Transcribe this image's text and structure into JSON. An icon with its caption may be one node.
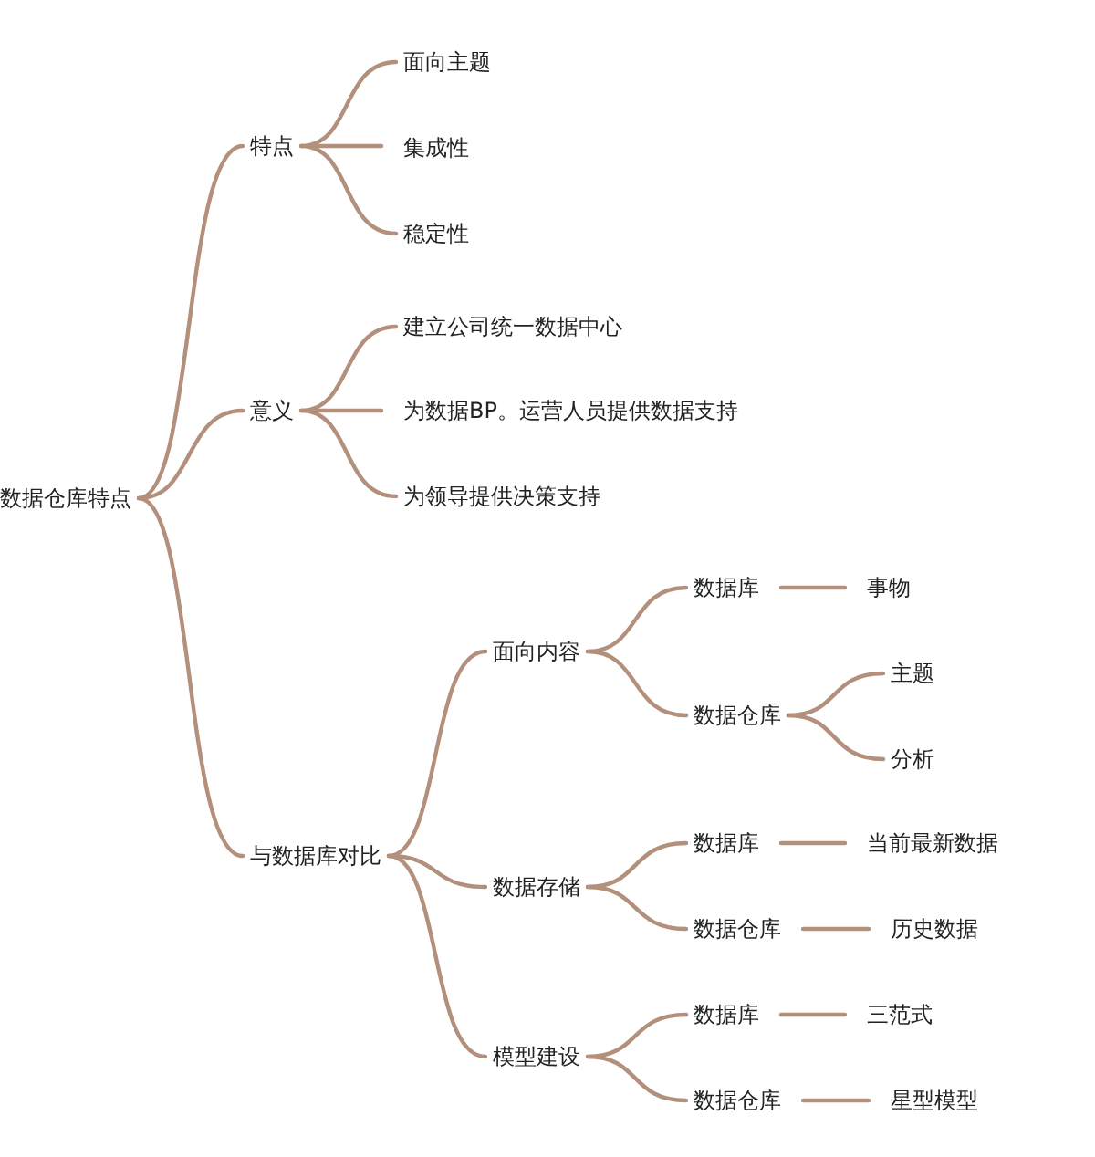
{
  "diagram": {
    "nodes": [
      {
        "text": [
          "数据仓库特点"
        ]
      },
      {
        "text": [
          "特点"
        ]
      },
      {
        "text": [
          "面向主题"
        ]
      },
      {
        "text": [
          "集成性"
        ]
      },
      {
        "text": [
          "稳定性"
        ]
      },
      {
        "text": [
          "意义"
        ]
      },
      {
        "text": [
          "建立公司统一数据中心"
        ]
      },
      {
        "text": [
          "为数据BP。运营人员提供数据支持"
        ]
      },
      {
        "text": [
          "为领导提供决策支持"
        ]
      },
      {
        "text": [
          "与数据库对比"
        ]
      },
      {
        "text": [
          "面向内容"
        ]
      },
      {
        "text": [
          "数据库"
        ]
      },
      {
        "text": [
          "事物"
        ]
      },
      {
        "text": [
          "数据仓库"
        ]
      },
      {
        "text": [
          "主题"
        ]
      },
      {
        "text": [
          "分析"
        ]
      },
      {
        "text": [
          "数据存储"
        ]
      },
      {
        "text": [
          "数据库"
        ]
      },
      {
        "text": [
          "当前最新数据"
        ]
      },
      {
        "text": [
          "数据仓库"
        ]
      },
      {
        "text": [
          "历史数据"
        ]
      },
      {
        "text": [
          "模型建设"
        ]
      },
      {
        "text": [
          "数据库"
        ]
      },
      {
        "text": [
          "三范式"
        ]
      },
      {
        "text": [
          "数据仓库"
        ]
      },
      {
        "text": [
          "星型模型"
        ]
      }
    ],
    "edges": [
      {
        "from": 0,
        "to": 1,
        "arrow": "none"
      },
      {
        "from": 1,
        "to": 2,
        "arrow": "none"
      },
      {
        "from": 1,
        "to": 3,
        "arrow": "none"
      },
      {
        "from": 1,
        "to": 4,
        "arrow": "none"
      },
      {
        "from": 0,
        "to": 5,
        "arrow": "none"
      },
      {
        "from": 5,
        "to": 6,
        "arrow": "none"
      },
      {
        "from": 5,
        "to": 7,
        "arrow": "none"
      },
      {
        "from": 5,
        "to": 8,
        "arrow": "none"
      },
      {
        "from": 0,
        "to": 9,
        "arrow": "none"
      },
      {
        "from": 9,
        "to": 10,
        "arrow": "none"
      },
      {
        "from": 10,
        "to": 11,
        "arrow": "none"
      },
      {
        "from": 11,
        "to": 12,
        "arrow": "none"
      },
      {
        "from": 10,
        "to": 13,
        "arrow": "none"
      },
      {
        "from": 13,
        "to": 14,
        "arrow": "none"
      },
      {
        "from": 13,
        "to": 15,
        "arrow": "none"
      },
      {
        "from": 9,
        "to": 16,
        "arrow": "none"
      },
      {
        "from": 16,
        "to": 17,
        "arrow": "none"
      },
      {
        "from": 17,
        "to": 18,
        "arrow": "none"
      },
      {
        "from": 16,
        "to": 19,
        "arrow": "none"
      },
      {
        "from": 19,
        "to": 20,
        "arrow": "none"
      },
      {
        "from": 9,
        "to": 21,
        "arrow": "none"
      },
      {
        "from": 21,
        "to": 22,
        "arrow": "none"
      },
      {
        "from": 22,
        "to": 23,
        "arrow": "none"
      },
      {
        "from": 21,
        "to": 24,
        "arrow": "none"
      },
      {
        "from": 24,
        "to": 25,
        "arrow": "none"
      }
    ]
  }
}
